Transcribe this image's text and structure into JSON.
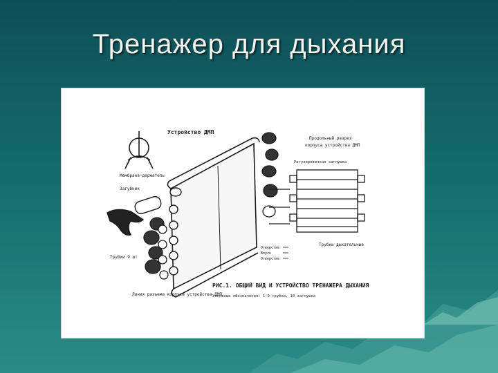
{
  "slide": {
    "title": "Тренажер для дыхания"
  },
  "diagram": {
    "device_label": "Устройство ДМП",
    "section_title_1": "Продольный разрез",
    "section_title_2": "корпуса устройства ДМП",
    "adjust_label": "Регулировочная заглушка",
    "top_part_label": "Мембрана-держатель",
    "plug_label": "Загубник",
    "tubes_label": "Трубки 9 шт",
    "housing_label": "Линия разъема корпуса устройства ДМП",
    "opening_labels": [
      "Отверстие",
      "Впуск",
      "Отверстие"
    ],
    "flow_label": "Трубки дыхательные",
    "caption": "РИС.1. ОБЩИЙ ВИД И УСТРОЙСТВО ТРЕНАЖЕРА ДЫХАНИЯ",
    "caption_sub": "Условные обозначения: 1-9 трубки, 10 заглушка"
  },
  "colors": {
    "background_dark": "#0d4f57",
    "background_light": "#2a8c86",
    "title": "#f4f4ee"
  }
}
